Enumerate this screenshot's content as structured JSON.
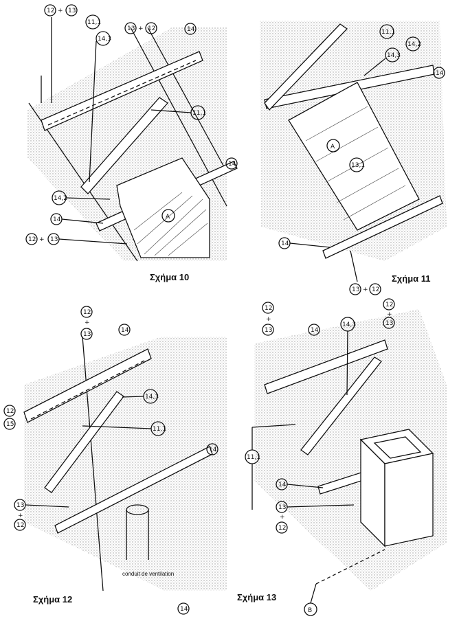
{
  "figures": [
    {
      "caption": "Σχήμα 10",
      "callouts": [
        "12 + 13",
        "11,1",
        "14,3",
        "13 + 12",
        "14",
        "11,1",
        "14",
        "14,2",
        "14",
        "12 + 13"
      ],
      "marker": "A"
    },
    {
      "caption": "Σχήμα 11",
      "callouts": [
        "11,1",
        "14,3",
        "14,2",
        "14",
        "13,1",
        "14",
        "13 + 12"
      ],
      "marker": "A"
    },
    {
      "caption": "Σχήμα 12",
      "callouts": [
        "12",
        "+",
        "13",
        "14",
        "14,3",
        "11,1",
        "12",
        "15",
        "14",
        "13",
        "+",
        "12",
        "14"
      ],
      "note": "conduit de ventilation"
    },
    {
      "caption": "Σχήμα 13",
      "callouts": [
        "12",
        "+",
        "13",
        "14",
        "14,3",
        "12",
        "+",
        "13",
        "11,1",
        "14",
        "13",
        "+",
        "12"
      ],
      "marker": "B"
    }
  ],
  "colors": {
    "ink": "#111111",
    "paper": "#ffffff",
    "shade": "#c8c8c8"
  }
}
